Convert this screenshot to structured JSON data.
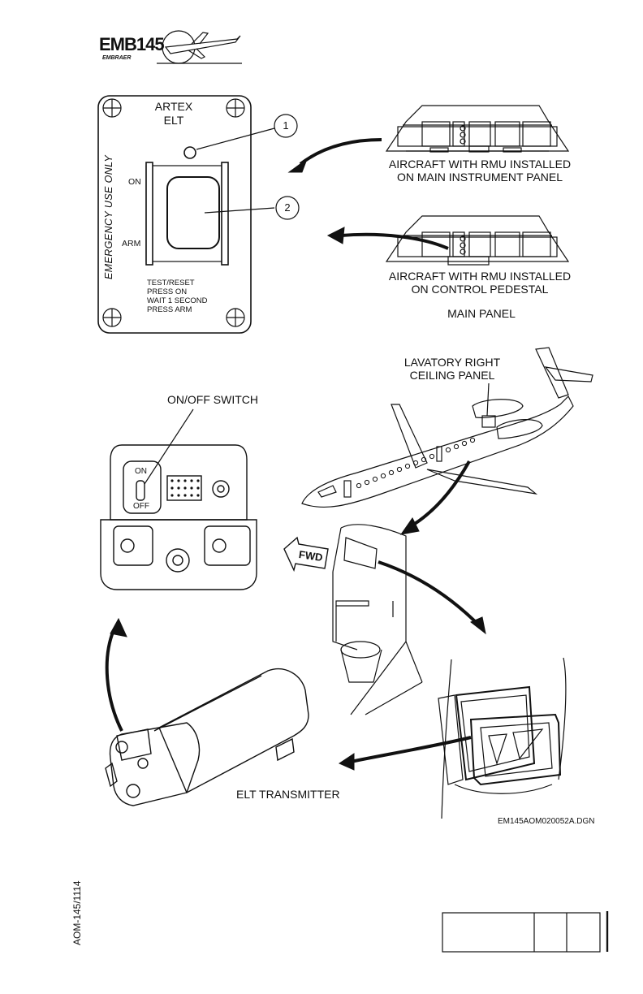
{
  "header": {
    "brand_model": "EMB145",
    "brand_maker": "EMBRAER"
  },
  "elt_panel": {
    "title_line1": "ARTEX",
    "title_line2": "ELT",
    "side_label": "EMERGENCY USE ONLY",
    "on_label": "ON",
    "arm_label": "ARM",
    "instructions": [
      "TEST/RESET",
      "PRESS ON",
      "WAIT 1 SECOND",
      "PRESS ARM"
    ],
    "callouts": [
      "1",
      "2"
    ]
  },
  "main_panel": {
    "caption_top_line1": "AIRCRAFT WITH RMU INSTALLED",
    "caption_top_line2": "ON MAIN INSTRUMENT PANEL",
    "caption_bottom_line1": "AIRCRAFT WITH RMU INSTALLED",
    "caption_bottom_line2": "ON CONTROL PEDESTAL",
    "title": "MAIN PANEL"
  },
  "aircraft": {
    "location_line1": "LAVATORY RIGHT",
    "location_line2": "CEILING PANEL",
    "fwd_label": "FWD"
  },
  "transmitter": {
    "switch_label": "ON/OFF SWITCH",
    "on_label": "ON",
    "off_label": "OFF",
    "name": "ELT TRANSMITTER"
  },
  "drawing_ref": "EM145AOM020052A.DGN",
  "footer": {
    "doc_code": "AOM-145/1114"
  }
}
